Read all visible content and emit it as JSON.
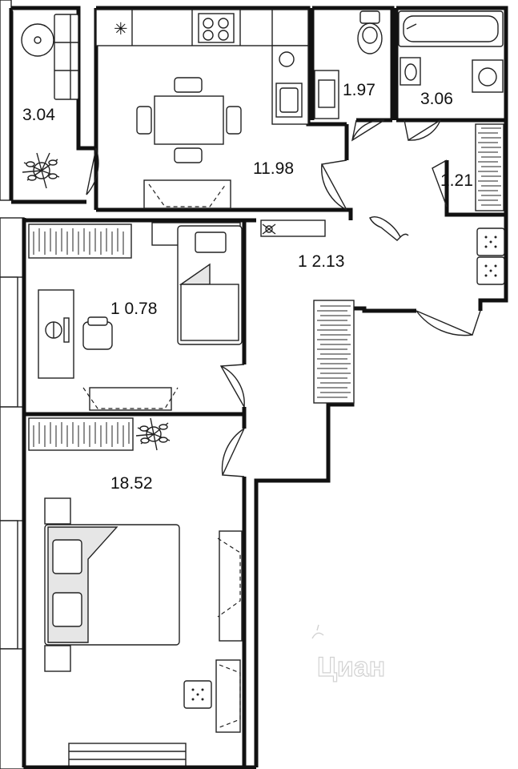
{
  "rooms": [
    {
      "id": "loggia",
      "area": "3.04"
    },
    {
      "id": "kitchen",
      "area": "11.98"
    },
    {
      "id": "wc",
      "area": "1.97"
    },
    {
      "id": "bathroom",
      "area": "3.06"
    },
    {
      "id": "closet",
      "area": "1.21"
    },
    {
      "id": "hall",
      "area": "1 2.13"
    },
    {
      "id": "bedroom-small",
      "area": "1 0.78"
    },
    {
      "id": "bedroom-large",
      "area": "18.52"
    }
  ],
  "watermark": "Циан",
  "colors": {
    "wall": "#111111",
    "furniture_fill": "#e6e6e6",
    "background": "#ffffff",
    "watermark": "#d2d2d2"
  }
}
